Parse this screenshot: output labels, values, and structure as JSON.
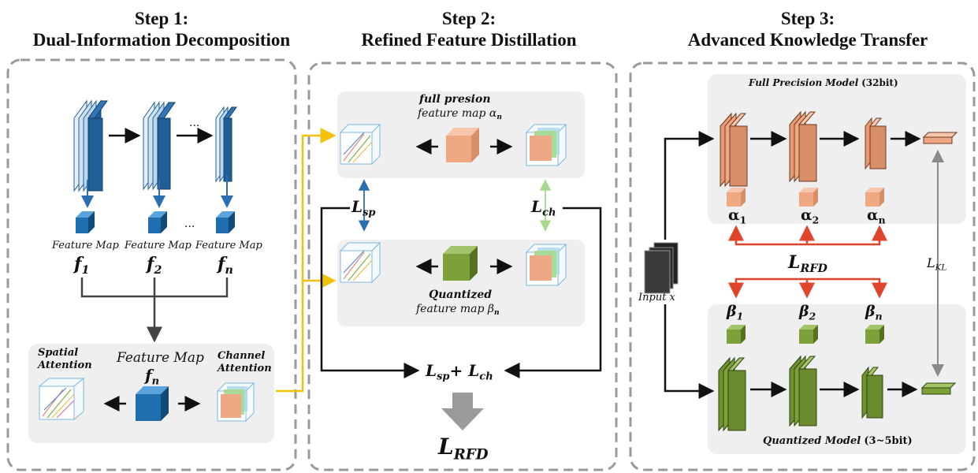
{
  "steps": [
    {
      "title_line1": "Step 1:",
      "title_line2": "Dual-Information Decomposition"
    },
    {
      "title_line1": "Step 2:",
      "title_line2": "Refined Feature Distillation"
    },
    {
      "title_line1": "Step 3:",
      "title_line2": "Advanced Knowledge Transfer"
    }
  ],
  "step1": {
    "feature_map_label": "Feature Map",
    "f": [
      "f",
      "f",
      "f"
    ],
    "f_subs": [
      "1",
      "2",
      "n"
    ],
    "ellipsis": "...",
    "spatial_attention": [
      "Spatial",
      "Attention"
    ],
    "channel_attention": [
      "Channel",
      "Attention"
    ],
    "center_feature_map": "Feature Map",
    "center_f": "f",
    "center_f_sub": "n"
  },
  "step2": {
    "full_title": "full presion",
    "full_sub": "feature map α",
    "full_sub_idx": "n",
    "quant_title": "Quantized",
    "quant_sub": "feature map β",
    "quant_sub_idx": "n",
    "l_sp": "L",
    "l_sp_sub": "sp",
    "l_ch": "L",
    "l_ch_sub": "ch",
    "sum_a": "L",
    "sum_a_sub": "sp",
    "sum_plus": "+ ",
    "sum_b": "L",
    "sum_b_sub": "ch",
    "lrfd": "L",
    "lrfd_sub": "RFD"
  },
  "step3": {
    "fp_model_title": "Full Precision Model",
    "fp_model_bits": "(32bit)",
    "q_model_title": "Quantized Model",
    "q_model_bits": "(3~5bit)",
    "alpha": "α",
    "alpha_subs": [
      "1",
      "2",
      "n"
    ],
    "beta": "β",
    "beta_subs": [
      "1",
      "2",
      "n"
    ],
    "lrfd": "L",
    "lrfd_sub": "RFD",
    "lkl": "L",
    "lkl_sub": "KL",
    "input_label": "Input x"
  },
  "colors": {
    "blue_dark": "#1f5f95",
    "blue_light": "#dbeaf6",
    "orange": "#f0a784",
    "orange_dark": "#c8805c",
    "green": "#7ea03a",
    "green_dark": "#55731f",
    "yellow_arrow": "#f2c20a",
    "red_arrow": "#e0452b",
    "panel_gray": "#efefef",
    "dash_gray": "#9a9a9a"
  }
}
